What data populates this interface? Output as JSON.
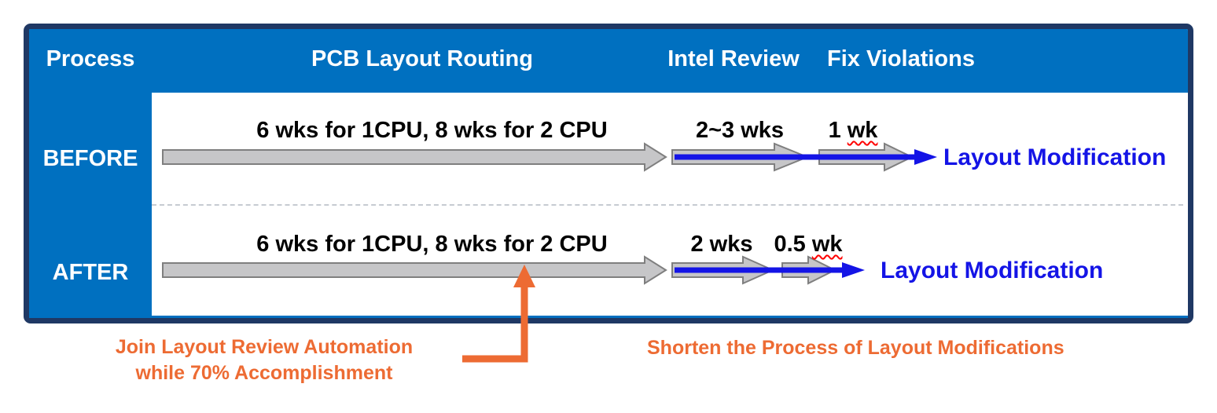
{
  "colors": {
    "frame_border": "#1F3864",
    "header_blue": "#0070C0",
    "arrow_gray_fill": "#C6C6C8",
    "arrow_gray_border": "#7F7F7F",
    "accent_blue": "#1414E6",
    "accent_orange": "#ED6B33",
    "squiggle_red": "#FF0000",
    "text_black": "#000000",
    "text_white": "#FFFFFF"
  },
  "header": {
    "process": "Process",
    "routing": "PCB Layout Routing",
    "review": "Intel Review",
    "fix": "Fix Violations"
  },
  "rows": {
    "before": {
      "label": "BEFORE",
      "routing_caption": "6 wks for 1CPU, 8 wks for 2 CPU",
      "review_caption": "2~3 wks",
      "fix_caption_prefix": "1 ",
      "fix_caption_word": "wk",
      "outcome": "Layout Modification"
    },
    "after": {
      "label": "AFTER",
      "routing_caption": "6 wks for 1CPU, 8 wks for 2 CPU",
      "review_caption": "2 wks",
      "fix_caption_prefix": "0.5 ",
      "fix_caption_word": "wk",
      "outcome": "Layout Modification"
    }
  },
  "annotations": {
    "join_line1": "Join Layout Review Automation",
    "join_line2": "while 70% Accomplishment",
    "shorten": "Shorten the Process of Layout Modifications"
  }
}
